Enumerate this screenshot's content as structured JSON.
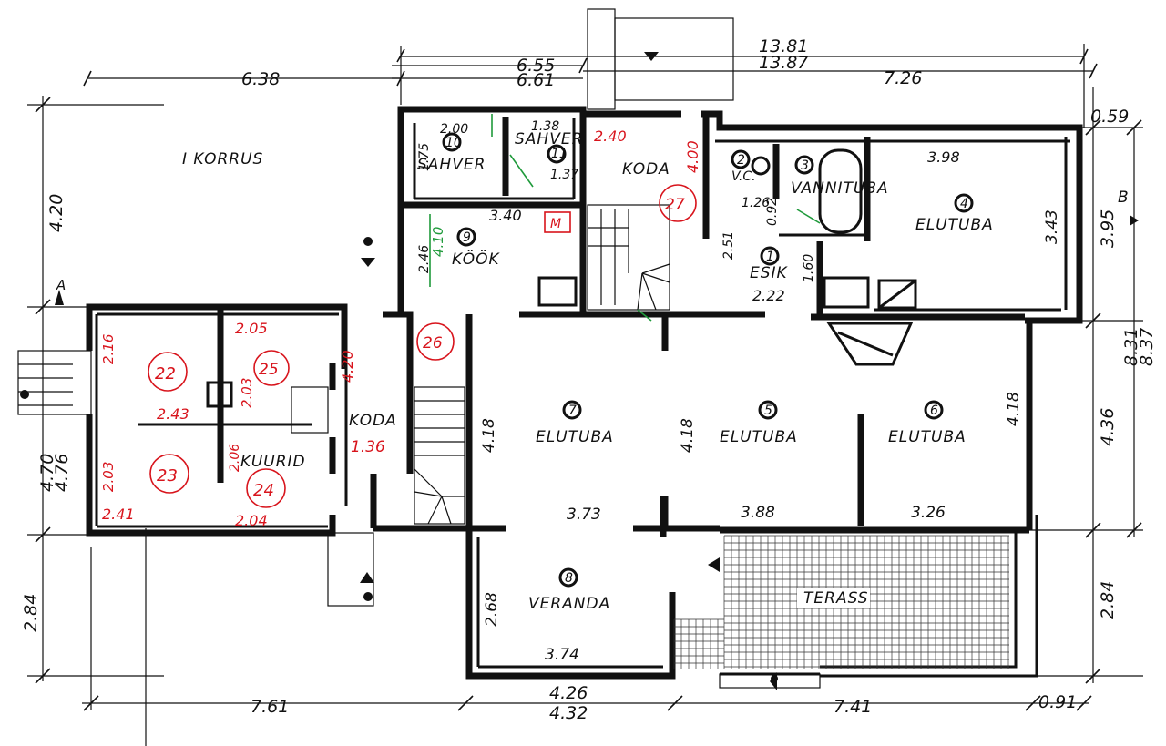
{
  "title": "I KORRUS",
  "section_marks": {
    "a": "A",
    "b": "B"
  },
  "dims": {
    "top_6_38": "6.38",
    "top_6_55": "6.55",
    "top_6_61": "6.61",
    "top_13_81": "13.81",
    "top_13_87": "13.87",
    "top_7_26": "7.26",
    "right_0_59": "0.59",
    "right_3_95": "3.95",
    "right_8_31": "8.31",
    "right_8_37": "8.37",
    "right_4_36": "4.36",
    "right_2_84": "2.84",
    "left_4_20": "4.20",
    "left_4_70": "4.70",
    "left_4_76": "4.76",
    "left_2_84": "2.84",
    "bottom_7_61": "7.61",
    "bottom_4_26": "4.26",
    "bottom_4_32": "4.32",
    "bottom_7_41": "7.41",
    "bottom_0_91": "0.91",
    "in_2_00": "2.00",
    "in_1_38": "1.38",
    "in_1_75": "1.75",
    "in_1_37": "1.37",
    "in_3_40": "3.40",
    "in_2_46": "2.46",
    "in_3_98": "3.98",
    "in_3_43": "3.43",
    "in_1_26": "1.26",
    "in_0_92": "0.92",
    "in_2_51": "2.51",
    "in_1_60": "1.60",
    "in_2_22": "2.22",
    "in_4_18_a": "4.18",
    "in_4_18_b": "4.18",
    "in_4_18_c": "4.18",
    "in_3_73": "3.73",
    "in_3_88": "3.88",
    "in_3_26": "3.26",
    "in_2_68": "2.68",
    "in_3_74": "3.74"
  },
  "red_notes": {
    "r_2_40": "2.40",
    "r_4_00": "4.00",
    "r_27": "27",
    "r_26": "26",
    "r_22": "22",
    "r_25": "25",
    "r_23": "23",
    "r_24": "24",
    "r_2_05": "2.05",
    "r_2_16": "2.16",
    "r_2_43": "2.43",
    "r_2_03_a": "2.03",
    "r_4_20": "4.20",
    "r_1_36": "1.36",
    "r_2_06": "2.06",
    "r_2_03_b": "2.03",
    "r_2_41": "2.41",
    "r_2_04": "2.04",
    "r_M": "M"
  },
  "green_notes": {
    "g_4_10": "4.10"
  },
  "rooms": {
    "n1": "1",
    "n2": "2",
    "n3": "3",
    "n4": "4",
    "n5": "5",
    "n6": "6",
    "n7": "7",
    "n8": "8",
    "n9": "9",
    "n10": "10",
    "n11": "11",
    "sahver_a": "SAHVER",
    "sahver_b": "SAHVER",
    "koda_a": "KODA",
    "koda_b": "KODA",
    "wc": "V.C.",
    "vannituba": "VANNITUBA",
    "elutuba_4": "ELUTUBA",
    "kook": "KÖÖK",
    "esik": "ESIK",
    "elutuba_7": "ELUTUBA",
    "elutuba_5": "ELUTUBA",
    "elutuba_6": "ELUTUBA",
    "kuurid": "KUURID",
    "veranda": "VERANDA",
    "terass": "TERASS"
  }
}
